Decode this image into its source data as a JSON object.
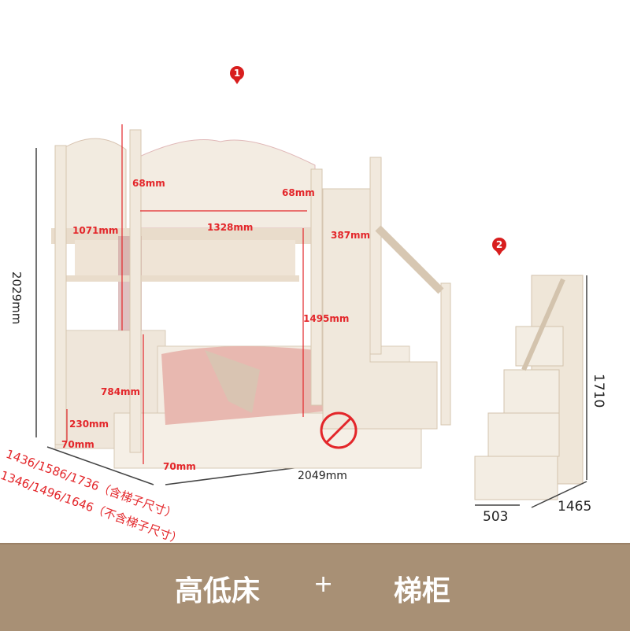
{
  "markers": [
    "1",
    "2"
  ],
  "bed_dimensions": {
    "overall_height": "2029mm",
    "top_guard_height": "1071mm",
    "rail_width": "1328mm",
    "post_gap_left": "68mm",
    "post_gap_right": "68mm",
    "stair_width": "387mm",
    "lower_clearance": "1495mm",
    "lower_guard": "784mm",
    "under_bed": "230mm",
    "leg_left": "70mm",
    "leg_right": "70mm",
    "length": "2049mm",
    "width_with_stairs": "1436/1586/1736（含梯子尺寸）",
    "width_without_stairs": "1346/1496/1646（不含梯子尺寸）"
  },
  "stair_dimensions": {
    "height": "1710",
    "depth": "503",
    "length": "1465"
  },
  "banner": {
    "left": "高低床",
    "plus": "+",
    "right": "梯柜"
  },
  "colors": {
    "accent": "#e3262a",
    "banner": "#a89075"
  }
}
